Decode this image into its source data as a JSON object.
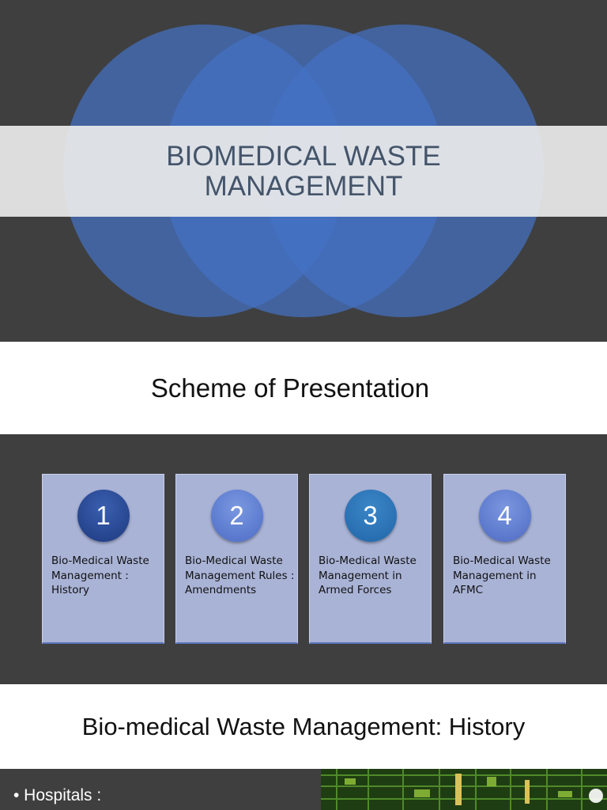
{
  "slide1": {
    "title": "BIOMEDICAL WASTE MANAGEMENT",
    "colors": {
      "background": "#3f3f3f",
      "circle": "#4472c4",
      "band": "#eaeaea",
      "title_text": "#44546a"
    }
  },
  "slide2": {
    "heading": "Scheme of Presentation",
    "cards": [
      {
        "number": "1",
        "text": "Bio-Medical Waste Management : History"
      },
      {
        "number": "2",
        "text": "Bio-Medical Waste Management Rules : Amendments"
      },
      {
        "number": "3",
        "text": "Bio-Medical Waste Management in Armed Forces"
      },
      {
        "number": "4",
        "text": "Bio-Medical Waste Management in AFMC"
      }
    ]
  },
  "slide3": {
    "heading": "Bio-medical Waste Management: History",
    "bullet": "• Hospitals :",
    "image_icon": "circuit-board-image"
  }
}
